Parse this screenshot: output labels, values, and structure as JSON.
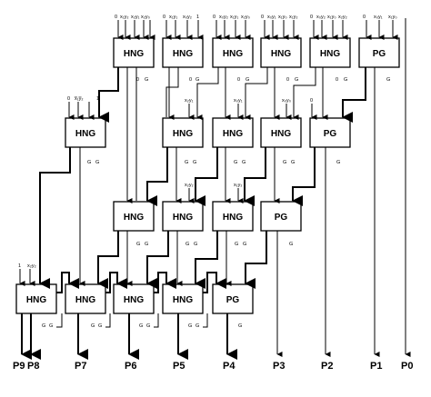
{
  "gate_labels": {
    "hng": "HNG",
    "pg": "PG"
  },
  "small_labels": {
    "g": "G",
    "zero": "0"
  },
  "input_labels": {
    "g00": [
      "0",
      "x₁y₂",
      "x₂y₁",
      "x₂y₀",
      "1"
    ],
    "g01": [
      "0",
      "x₁y₁",
      "x₀y₂",
      "1"
    ],
    "g02": [
      "0",
      "x₀y₂",
      "x₁y₁",
      "x₂y₀"
    ],
    "g03": [
      "0",
      "x₀y₁",
      "x₁y₀",
      "x₁y₂"
    ],
    "g04": [
      "0",
      "x₀y₂",
      "x₁y₀",
      "x₂y₂"
    ],
    "g05": [
      "0",
      "x₀y₁",
      "x₁y₀"
    ],
    "g10": [
      "0",
      "x̅₁y̅₂",
      "1"
    ],
    "g11": [
      "x₂y₁"
    ],
    "g12": [
      "x₀y₁"
    ],
    "g13": [
      "x₀y₀"
    ],
    "g14": [
      "0"
    ],
    "g21": [
      "x₂y₂"
    ],
    "g22": [
      "x₁y₂"
    ],
    "g30": [
      "1",
      "x₂y₂"
    ]
  },
  "outputs": [
    "P9",
    "P8",
    "P7",
    "P6",
    "P5",
    "P4",
    "P3",
    "P2",
    "P1",
    "P0"
  ]
}
